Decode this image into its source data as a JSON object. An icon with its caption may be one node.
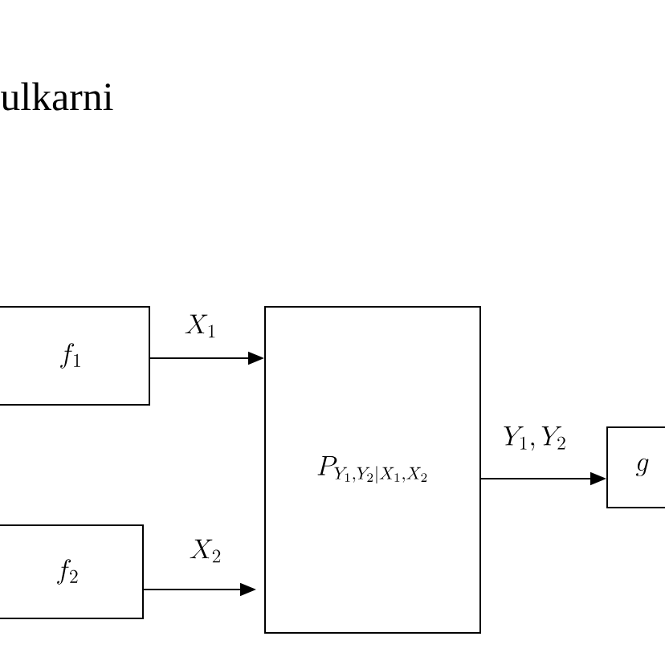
{
  "diagram": {
    "nodes": [
      {
        "text": [
          "f_1"
        ]
      },
      {
        "text": [
          "f_2"
        ]
      },
      {
        "text": [
          "P_{Y_1,Y_2|X_1,X_2}"
        ]
      },
      {
        "text": [
          "g"
        ]
      }
    ],
    "edges": [
      {
        "from": 0,
        "to": 2,
        "arrow": "to",
        "label": "X_1"
      },
      {
        "from": 1,
        "to": 2,
        "arrow": "to",
        "label": "X_2"
      },
      {
        "from": 2,
        "to": 3,
        "arrow": "to",
        "label": "Y_1, Y_2"
      }
    ],
    "labels": [
      "ulkarni"
    ]
  }
}
